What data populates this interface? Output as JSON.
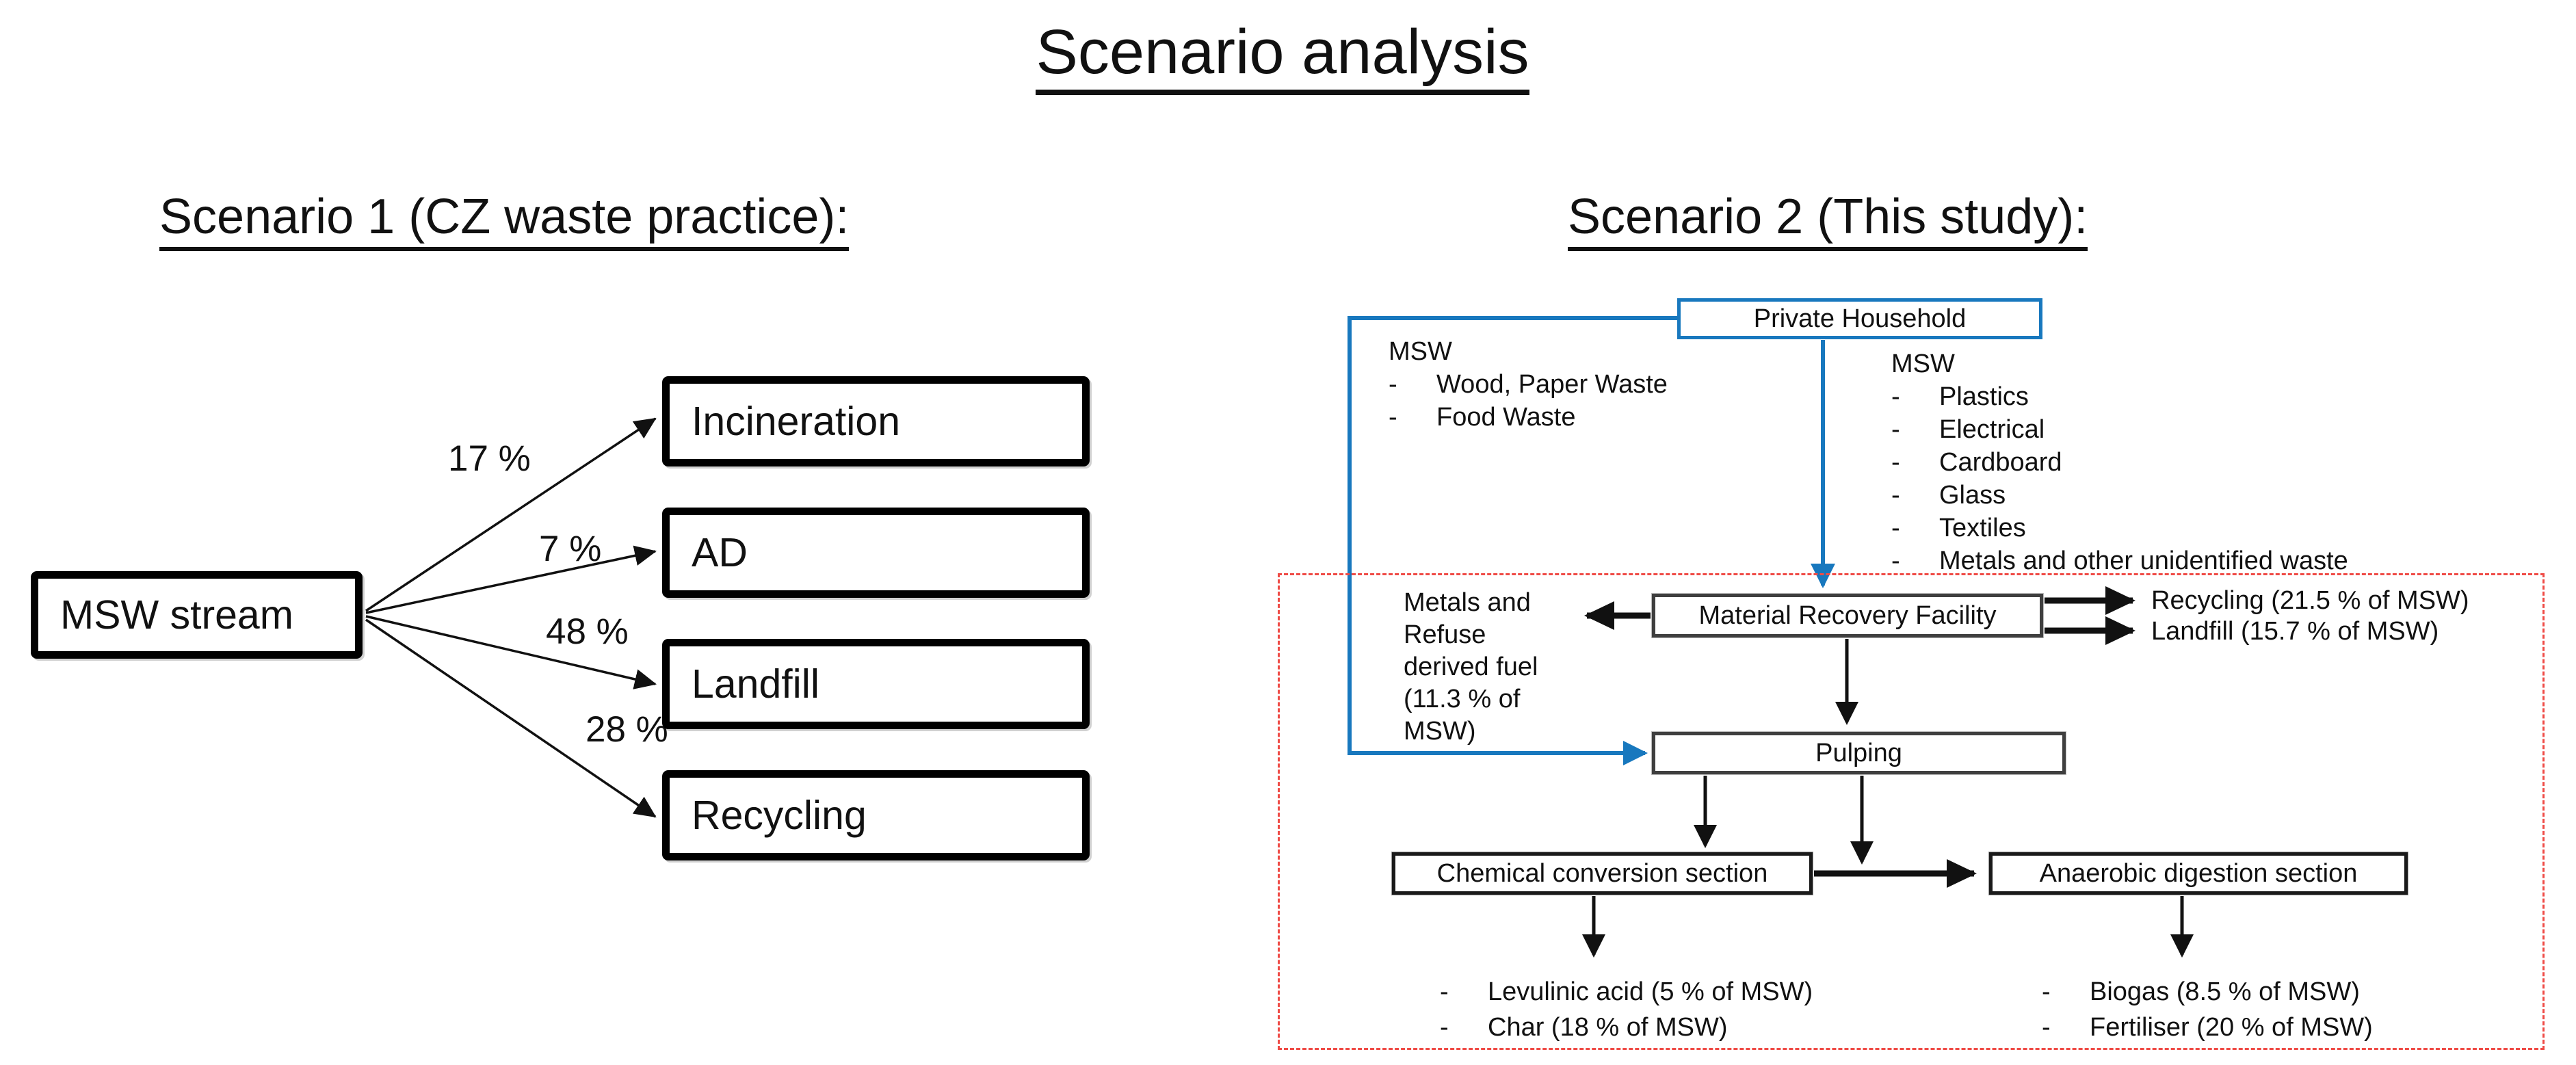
{
  "title": "Scenario analysis",
  "colors": {
    "flow_blue": "#1878be",
    "boundary_red": "#ef4b46"
  },
  "scenario1": {
    "heading": "Scenario 1 (CZ waste practice):",
    "source_label": "MSW stream",
    "flows": [
      {
        "label": "17 %",
        "target": "Incineration"
      },
      {
        "label": "7 %",
        "target": "AD"
      },
      {
        "label": "48 %",
        "target": "Landfill"
      },
      {
        "label": "28 %",
        "target": "Recycling"
      }
    ]
  },
  "scenario2": {
    "heading": "Scenario 2 (This study):",
    "household_label": "Private Household",
    "bullet_char": "-",
    "left_stream": {
      "title": "MSW",
      "items": [
        "Wood, Paper Waste",
        "Food Waste"
      ]
    },
    "right_stream": {
      "title": "MSW",
      "items": [
        "Plastics",
        "Electrical",
        "Cardboard",
        "Glass",
        "Textiles",
        "Metals and other unidentified waste"
      ]
    },
    "mrf_label": "Material Recovery Facility",
    "mrf_left_output": "Metals and Refuse derived fuel (11.3 % of MSW)",
    "mrf_right_outputs": [
      "Recycling (21.5 % of MSW)",
      "Landfill (15.7 % of MSW)"
    ],
    "pulping_label": "Pulping",
    "chemical_label": "Chemical conversion section",
    "digestion_label": "Anaerobic digestion section",
    "chemical_outputs": [
      "Levulinic acid (5 % of MSW)",
      "Char (18 % of MSW)"
    ],
    "digestion_outputs": [
      "Biogas (8.5 % of MSW)",
      "Fertiliser (20 % of MSW)"
    ]
  }
}
